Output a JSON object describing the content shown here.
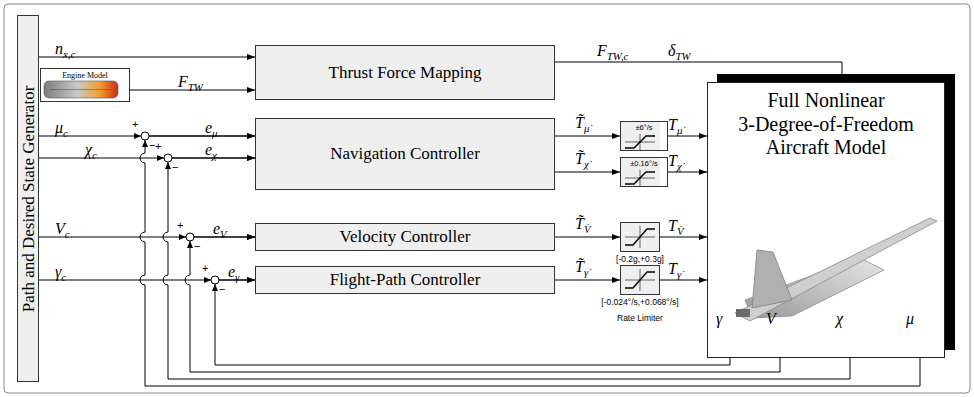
{
  "diagram": {
    "nodes": [
      {
        "text": [
          "Path and Desired State Generator"
        ]
      },
      {
        "text": [
          "Engine Model"
        ]
      },
      {
        "text": [
          "Thrust Force Mapping"
        ]
      },
      {
        "text": [
          "Navigation Controller"
        ]
      },
      {
        "text": [
          "Velocity Controller"
        ]
      },
      {
        "text": [
          "Flight-Path Controller"
        ]
      },
      {
        "text": [
          "±6°/s"
        ]
      },
      {
        "text": [
          "±0.16°/s"
        ]
      },
      {
        "text": [
          "[-0.2g,+0.3g]"
        ]
      },
      {
        "text": [
          "[-0.024°/s,+0.068°/s]"
        ]
      },
      {
        "text": [
          "Full Nonlinear 3-Degree-of-Freedom Aircraft Model"
        ]
      }
    ],
    "edges": [
      {
        "from": 0,
        "to": 2,
        "arrow": "to",
        "label": "nx,c"
      },
      {
        "from": 1,
        "to": 2,
        "arrow": "to",
        "label": "FTW"
      },
      {
        "from": 0,
        "to": 3,
        "arrow": "to",
        "label": "μc"
      },
      {
        "from": 0,
        "to": 3,
        "arrow": "to",
        "label": "χc"
      },
      {
        "from": 0,
        "to": 4,
        "arrow": "to",
        "label": "Vc"
      },
      {
        "from": 0,
        "to": 5,
        "arrow": "to",
        "label": "γc"
      },
      {
        "from": 3,
        "to": 6,
        "arrow": "to",
        "label": "T̃μ̇"
      },
      {
        "from": 3,
        "to": 7,
        "arrow": "to",
        "label": "T̃χ̇"
      },
      {
        "from": 4,
        "to": 8,
        "arrow": "to",
        "label": "T̃V̇"
      },
      {
        "from": 5,
        "to": 9,
        "arrow": "to",
        "label": "T̃γ̇"
      },
      {
        "from": 6,
        "to": 10,
        "arrow": "to",
        "label": "Tμ̇"
      },
      {
        "from": 7,
        "to": 10,
        "arrow": "to",
        "label": "Tχ̇"
      },
      {
        "from": 8,
        "to": 10,
        "arrow": "to",
        "label": "TV̇"
      },
      {
        "from": 9,
        "to": 10,
        "arrow": "to",
        "label": "Tγ̇"
      },
      {
        "from": 2,
        "to": 10,
        "arrow": "to",
        "label": "FTW,c"
      },
      {
        "from": 10,
        "to": 5,
        "arrow": "to",
        "label": "γ"
      },
      {
        "from": 10,
        "to": 4,
        "arrow": "to",
        "label": "V"
      },
      {
        "from": 10,
        "to": 3,
        "arrow": "to",
        "label": "χ"
      },
      {
        "from": 10,
        "to": 3,
        "arrow": "to",
        "label": "μ"
      }
    ],
    "labels": [
      "δTW",
      "eμ",
      "eχ",
      "eV",
      "eγ",
      "+",
      "−",
      "+",
      "−",
      "+",
      "−",
      "+",
      "−",
      "Rate Limiter"
    ]
  }
}
